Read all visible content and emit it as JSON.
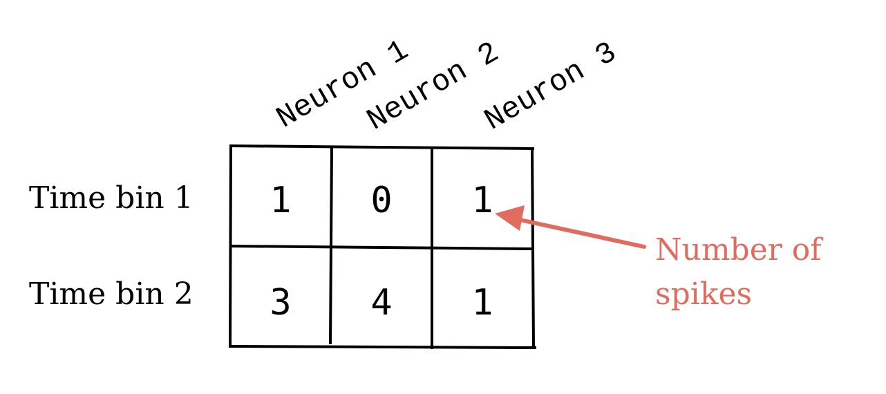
{
  "columns": [
    "Neuron 1",
    "Neuron 2",
    "Neuron 3"
  ],
  "rows": [
    "Time bin 1",
    "Time bin 2"
  ],
  "cells": [
    [
      "1",
      "0",
      "1"
    ],
    [
      "3",
      "4",
      "1"
    ]
  ],
  "annotation": {
    "line1": "Number of",
    "line2": "spikes"
  },
  "colors": {
    "grid": "#000000",
    "accent": "#e06c5f"
  }
}
